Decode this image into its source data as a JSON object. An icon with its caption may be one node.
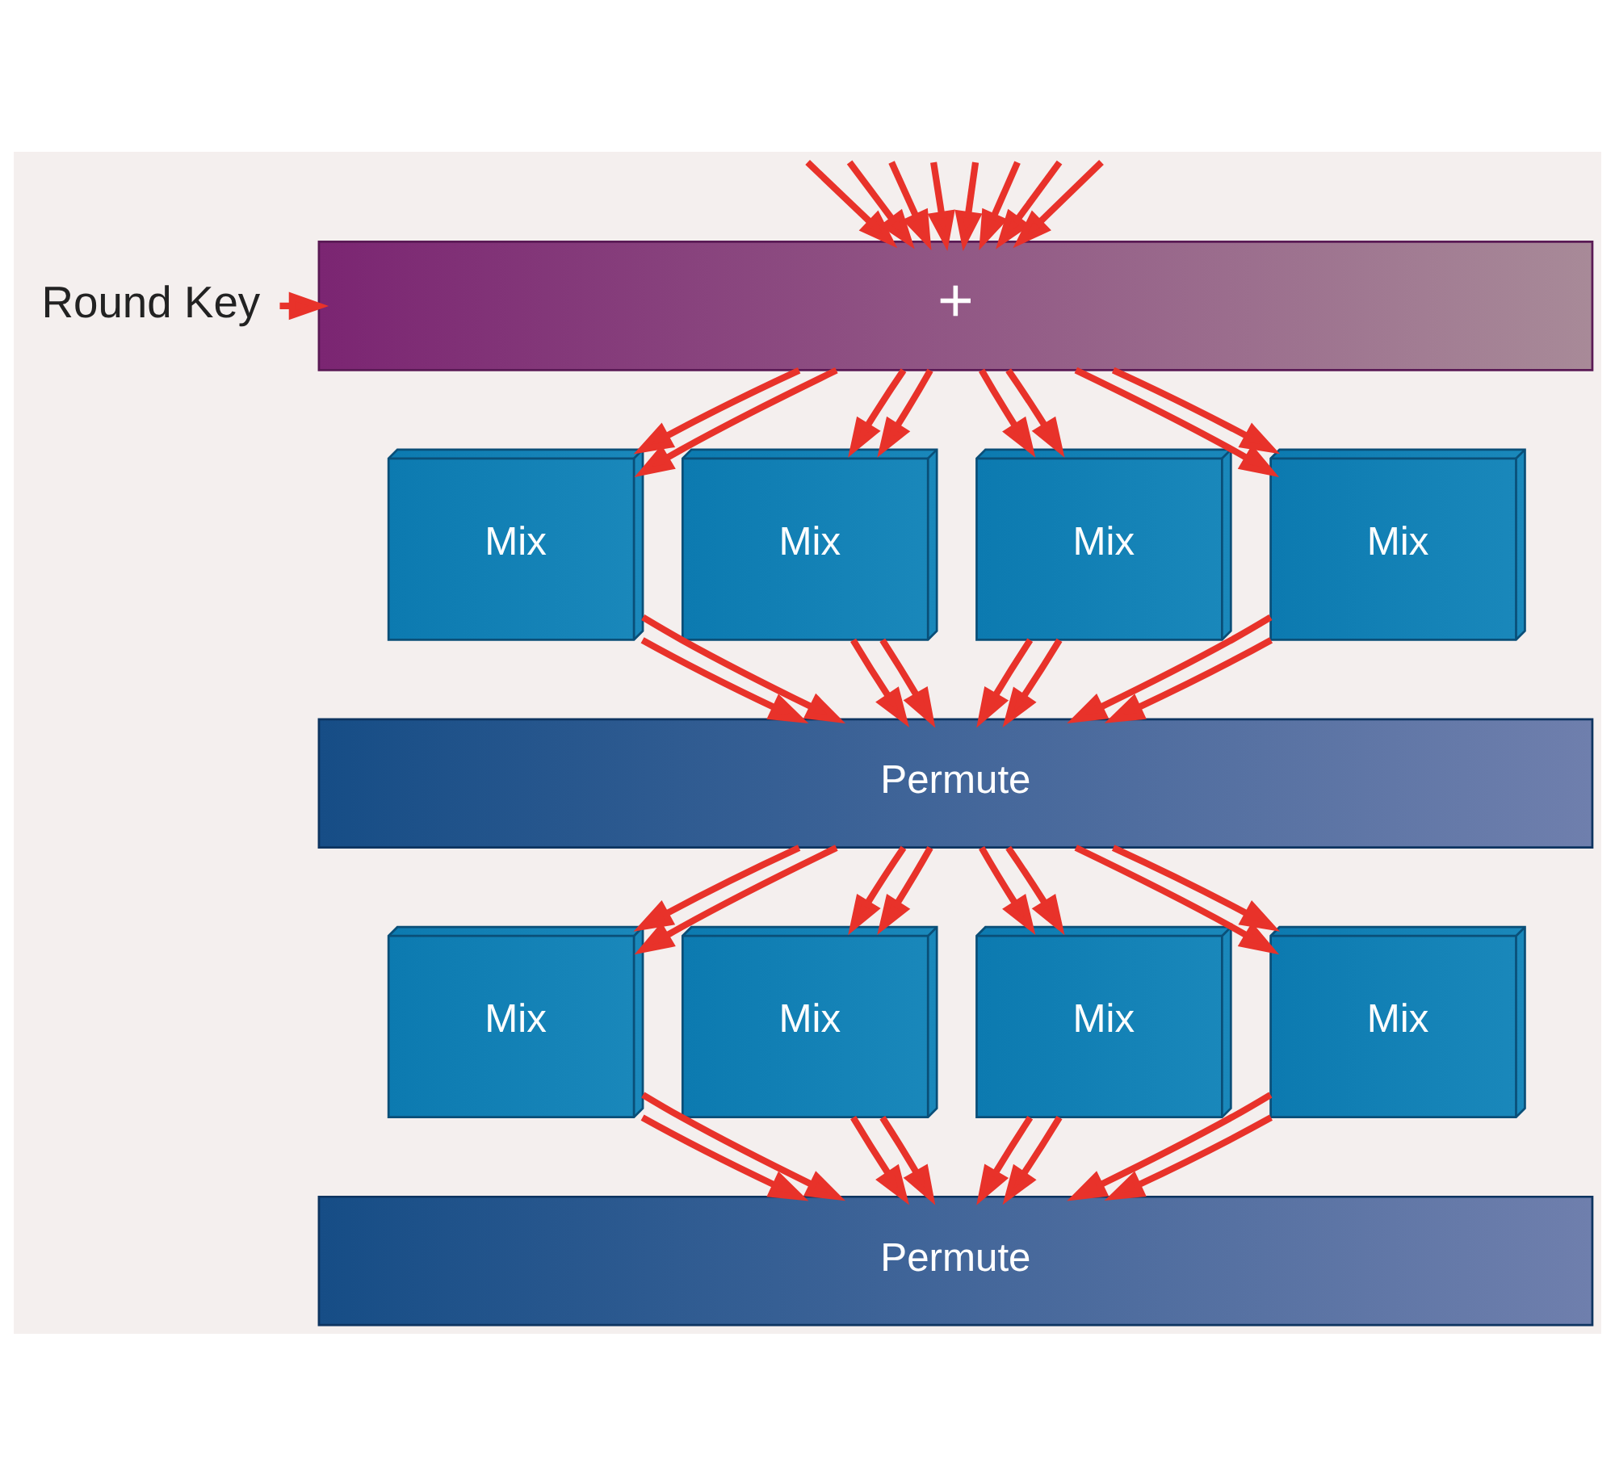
{
  "diagram": {
    "nodes": [
      {
        "text": [
          "+"
        ]
      },
      {
        "text": [
          "Round Key"
        ]
      },
      {
        "text": [
          "Mix"
        ]
      },
      {
        "text": [
          "Mix"
        ]
      },
      {
        "text": [
          "Mix"
        ]
      },
      {
        "text": [
          "Mix"
        ]
      },
      {
        "text": [
          "Permute"
        ]
      },
      {
        "text": [
          "Mix"
        ]
      },
      {
        "text": [
          "Mix"
        ]
      },
      {
        "text": [
          "Mix"
        ]
      },
      {
        "text": [
          "Mix"
        ]
      },
      {
        "text": [
          "Permute"
        ]
      }
    ],
    "edges": [
      {
        "from": null,
        "to": 0,
        "arrow": "to"
      },
      {
        "from": null,
        "to": 0,
        "arrow": "to"
      },
      {
        "from": null,
        "to": 0,
        "arrow": "to"
      },
      {
        "from": null,
        "to": 0,
        "arrow": "to"
      },
      {
        "from": null,
        "to": 0,
        "arrow": "to"
      },
      {
        "from": null,
        "to": 0,
        "arrow": "to"
      },
      {
        "from": null,
        "to": 0,
        "arrow": "to"
      },
      {
        "from": null,
        "to": 0,
        "arrow": "to"
      },
      {
        "from": 1,
        "to": 0,
        "arrow": "to"
      },
      {
        "from": 0,
        "to": 2,
        "arrow": "to"
      },
      {
        "from": 0,
        "to": 2,
        "arrow": "to"
      },
      {
        "from": 0,
        "to": 3,
        "arrow": "to"
      },
      {
        "from": 0,
        "to": 3,
        "arrow": "to"
      },
      {
        "from": 0,
        "to": 4,
        "arrow": "to"
      },
      {
        "from": 0,
        "to": 4,
        "arrow": "to"
      },
      {
        "from": 0,
        "to": 5,
        "arrow": "to"
      },
      {
        "from": 0,
        "to": 5,
        "arrow": "to"
      },
      {
        "from": 2,
        "to": 6,
        "arrow": "to"
      },
      {
        "from": 2,
        "to": 6,
        "arrow": "to"
      },
      {
        "from": 3,
        "to": 6,
        "arrow": "to"
      },
      {
        "from": 3,
        "to": 6,
        "arrow": "to"
      },
      {
        "from": 4,
        "to": 6,
        "arrow": "to"
      },
      {
        "from": 4,
        "to": 6,
        "arrow": "to"
      },
      {
        "from": 5,
        "to": 6,
        "arrow": "to"
      },
      {
        "from": 5,
        "to": 6,
        "arrow": "to"
      },
      {
        "from": 6,
        "to": 7,
        "arrow": "to"
      },
      {
        "from": 6,
        "to": 7,
        "arrow": "to"
      },
      {
        "from": 6,
        "to": 8,
        "arrow": "to"
      },
      {
        "from": 6,
        "to": 8,
        "arrow": "to"
      },
      {
        "from": 6,
        "to": 9,
        "arrow": "to"
      },
      {
        "from": 6,
        "to": 9,
        "arrow": "to"
      },
      {
        "from": 6,
        "to": 10,
        "arrow": "to"
      },
      {
        "from": 6,
        "to": 10,
        "arrow": "to"
      },
      {
        "from": 7,
        "to": 11,
        "arrow": "to"
      },
      {
        "from": 7,
        "to": 11,
        "arrow": "to"
      },
      {
        "from": 8,
        "to": 11,
        "arrow": "to"
      },
      {
        "from": 8,
        "to": 11,
        "arrow": "to"
      },
      {
        "from": 9,
        "to": 11,
        "arrow": "to"
      },
      {
        "from": 9,
        "to": 11,
        "arrow": "to"
      },
      {
        "from": 10,
        "to": 11,
        "arrow": "to"
      },
      {
        "from": 10,
        "to": 11,
        "arrow": "to"
      }
    ]
  }
}
